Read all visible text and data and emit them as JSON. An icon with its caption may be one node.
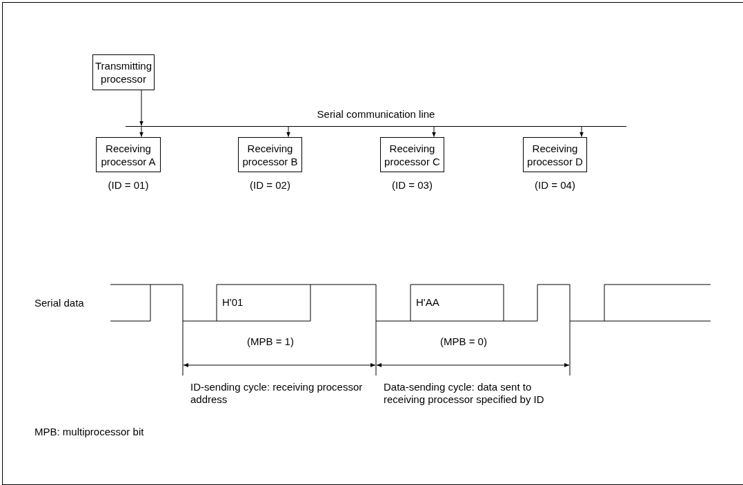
{
  "diagram": {
    "nodes": [
      {
        "text": [
          "Transmitting processor"
        ]
      },
      {
        "text": [],
        "shape": "bar",
        "beside": [
          "Serial communication line"
        ]
      },
      {
        "text": [
          "Receiving processor A"
        ],
        "beside": [
          "(ID = 01)"
        ]
      },
      {
        "text": [
          "Receiving processor B"
        ],
        "beside": [
          "(ID = 02)"
        ]
      },
      {
        "text": [
          "Receiving processor C"
        ],
        "beside": [
          "(ID = 03)"
        ]
      },
      {
        "text": [
          "Receiving processor D"
        ],
        "beside": [
          "(ID = 04)"
        ]
      }
    ],
    "edges": [
      {
        "from": 0,
        "to": 1,
        "arrow": "to"
      },
      {
        "from": 1,
        "to": 2,
        "arrow": "to"
      },
      {
        "from": 1,
        "to": 3,
        "arrow": "to"
      },
      {
        "from": 1,
        "to": 4,
        "arrow": "to"
      },
      {
        "from": 1,
        "to": 5,
        "arrow": "to"
      }
    ],
    "labels": [
      "Serial data",
      "H'01",
      "H'AA",
      "(MPB = 1)",
      "(MPB = 0)",
      "ID-sending cycle: receiving processor address",
      "Data-sending cycle: data sent to receiving processor specified by ID",
      "MPB: multiprocessor bit"
    ]
  }
}
